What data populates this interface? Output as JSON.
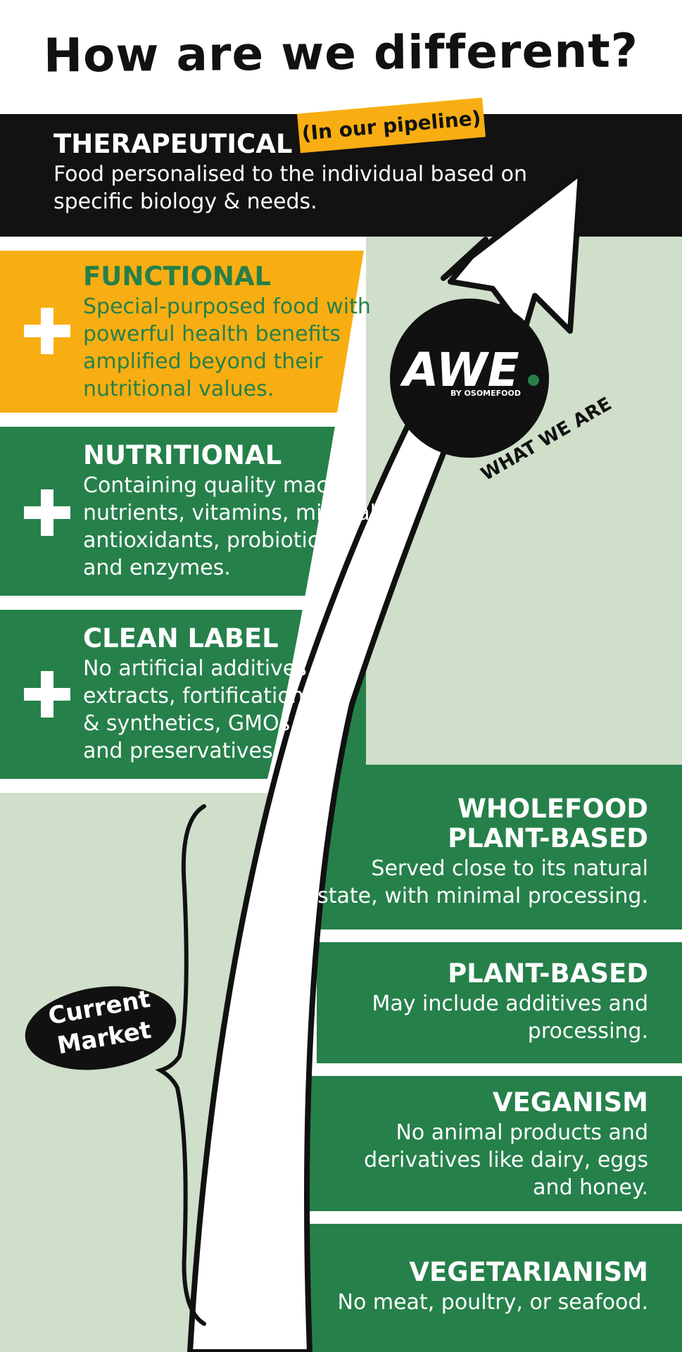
{
  "title": "How are we different?",
  "pipeline_tag": "(In our pipeline)",
  "tiers_upper": [
    {
      "heading": "THERAPEUTICAL",
      "lines": [
        "Food personalised to the individual based on",
        "specific biology & needs."
      ]
    },
    {
      "heading": "FUNCTIONAL",
      "lines": [
        "Special-purposed food with",
        "powerful health benefits",
        "amplified beyond their",
        "nutritional values."
      ]
    },
    {
      "heading": "NUTRITIONAL",
      "lines": [
        "Containing quality macro",
        "nutrients, vitamins, minerals,",
        "antioxidants, probiotics",
        "and enzymes."
      ]
    },
    {
      "heading": "CLEAN LABEL",
      "lines": [
        "No artificial additives,",
        "extracts, fortifications",
        "& synthetics, GMOs",
        "and preservatives."
      ]
    }
  ],
  "tiers_lower": [
    {
      "heading_lines": [
        "WHOLEFOOD",
        "PLANT-BASED"
      ],
      "lines": [
        "Served close to its natural",
        "state, with minimal processing."
      ]
    },
    {
      "heading_lines": [
        "PLANT-BASED"
      ],
      "lines": [
        "May include additives and",
        "processing."
      ]
    },
    {
      "heading_lines": [
        "VEGANISM"
      ],
      "lines": [
        "No animal products and",
        "derivatives like dairy, eggs",
        "and honey."
      ]
    },
    {
      "heading_lines": [
        "VEGETARIANISM"
      ],
      "lines": [
        "No meat, poultry, or seafood."
      ]
    }
  ],
  "logo": {
    "text": "AWE",
    "subtext": "BY OSOMEFOOD",
    "caption": "WHAT WE ARE"
  },
  "current_market": [
    "Current",
    "Market"
  ],
  "colors": {
    "black": "#121212",
    "yellow": "#f8ae12",
    "green": "#26804a",
    "pale_green": "#cfdfca",
    "heading_green": "#26804a"
  }
}
